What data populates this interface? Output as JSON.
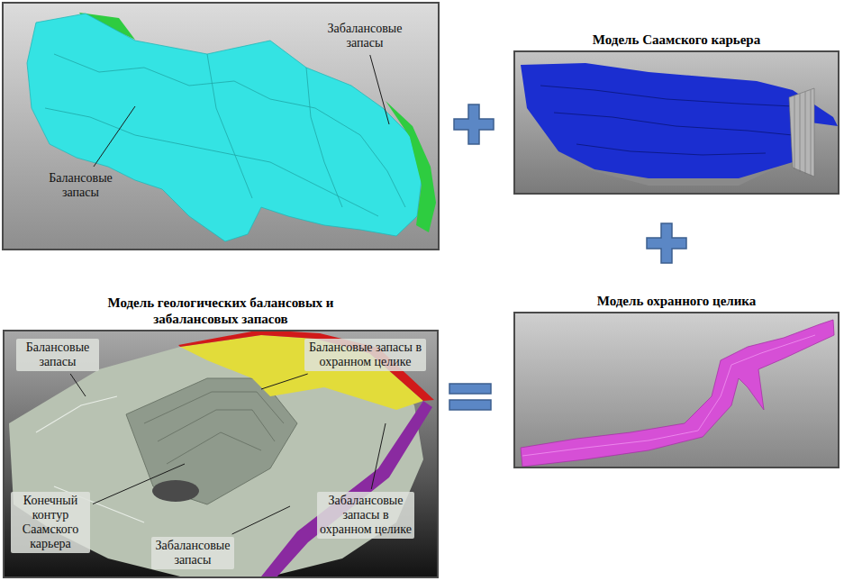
{
  "diagram": {
    "nodes": [
      {
        "text": [
          "Модель Саамского карьера"
        ]
      },
      {
        "text": [
          "Модель геологических балансовых и забалансовых запасов"
        ]
      },
      {
        "text": [
          "Модель охранного целика"
        ]
      }
    ],
    "labels": [
      "Забалансовые запасы",
      "Балансовые запасы",
      "Балансовые запасы",
      "Балансовые запасы в охранном целике",
      "Конечный контур Саамского карьера",
      "Забалансовые запасы в охранном целике",
      "Забалансовые запасы"
    ]
  }
}
